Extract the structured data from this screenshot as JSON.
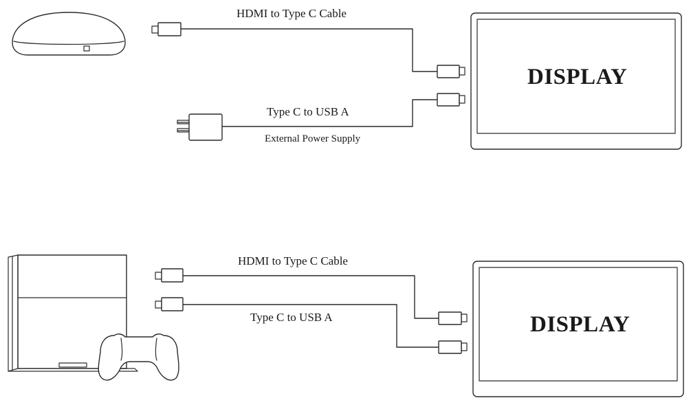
{
  "top_setup": {
    "cable_1_label": "HDMI to Type C Cable",
    "cable_2_label": "Type C to USB A",
    "power_label": "External Power Supply",
    "display_label": "DISPLAY"
  },
  "bottom_setup": {
    "cable_1_label": "HDMI to Type C Cable",
    "cable_2_label": "Type C to USB A",
    "display_label": "DISPLAY"
  }
}
